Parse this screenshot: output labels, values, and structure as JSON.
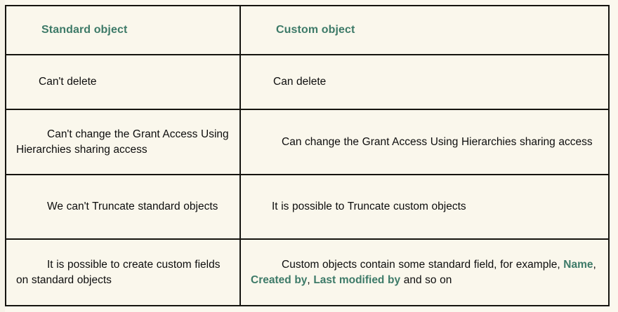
{
  "colors": {
    "page_background": "#fbf8ee",
    "cell_background": "#faf7ec",
    "border": "#15140f",
    "accent_green": "#3d7a68",
    "body_text": "#0d0d0d"
  },
  "table": {
    "headers": [
      {
        "label": "Standard object"
      },
      {
        "label": "Custom object"
      }
    ],
    "rows": [
      {
        "standard": "Can't delete",
        "custom": "Can delete"
      },
      {
        "standard": "Can't change the Grant Access Using Hierarchies sharing access",
        "custom": "Can change the Grant Access Using Hierarchies sharing access"
      },
      {
        "standard": "We can't Truncate standard objects",
        "custom": "It is possible to Truncate custom objects"
      },
      {
        "standard": "It is possible to create custom fields on standard objects",
        "custom_parts": {
          "before": "Custom objects contain some standard field, for example, ",
          "term_1": "Name",
          "sep_1": ", ",
          "term_2": "Created by",
          "sep_2": ", ",
          "term_3": "Last modified by",
          "after": " and so on"
        }
      }
    ]
  }
}
